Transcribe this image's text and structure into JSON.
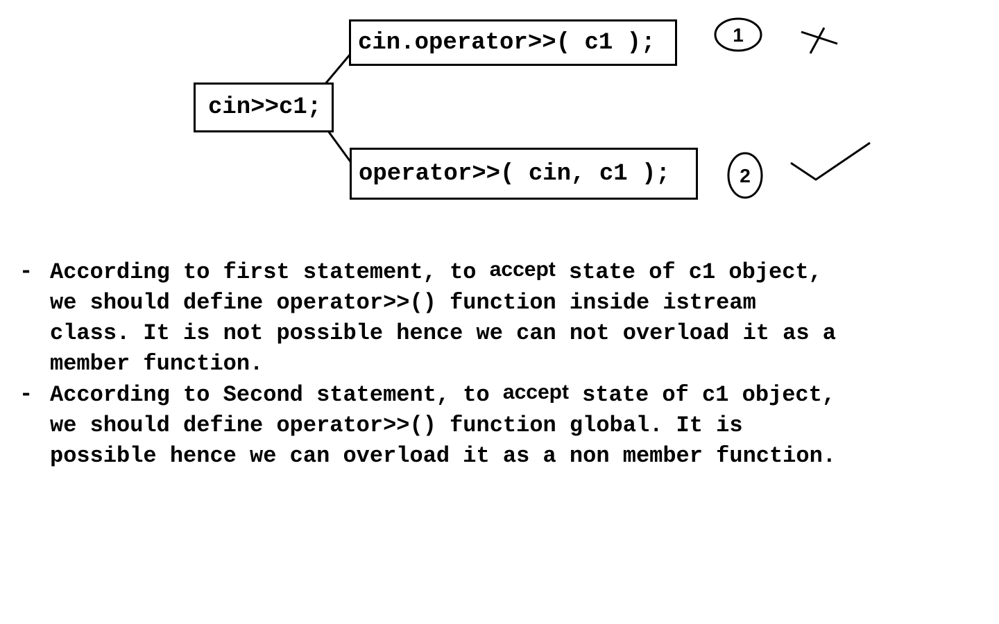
{
  "diagram": {
    "root_statement": "cin>>c1;",
    "member_call": "cin.operator>>( c1 );",
    "global_call": "operator>>( cin, c1 );",
    "marker_1": "1",
    "marker_2": "2",
    "mark_1": "cross-mark",
    "mark_2": "check-mark"
  },
  "notes": [
    {
      "bullet": "-",
      "line1_before": "According to first statement, to ",
      "line1_hand": "accept",
      "line1_after": " state of c1 object,",
      "line2": "we should define operator>>() function inside istream",
      "line3": "class. It is not possible hence we can not overload it as a",
      "line4": "member function."
    },
    {
      "bullet": "-",
      "line1_before": "According to Second statement, to ",
      "line1_hand": "accept",
      "line1_after": " state of c1 object,",
      "line2": "we should define operator>>() function global. It is",
      "line3": "possible hence we can overload it as a non member function."
    }
  ]
}
